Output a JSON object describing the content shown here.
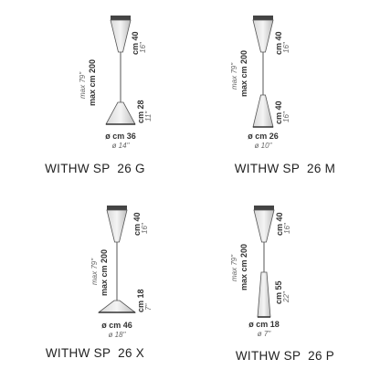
{
  "panels": [
    {
      "model": "WITHW SP  26 G",
      "top_height_cm": "cm 40",
      "top_height_in": "16\"",
      "length_cm": "max cm 200",
      "length_in": "max 79\"",
      "bottom_height_cm": "cm 28",
      "bottom_height_in": "11\"",
      "diameter_cm": "ø cm 36",
      "diameter_in": "ø 14\""
    },
    {
      "model": "WITHW SP  26 M",
      "top_height_cm": "cm 40",
      "top_height_in": "16\"",
      "length_cm": "max cm 200",
      "length_in": "max 79\"",
      "bottom_height_cm": "cm 40",
      "bottom_height_in": "16\"",
      "diameter_cm": "ø cm 26",
      "diameter_in": "ø 10\""
    },
    {
      "model": "WITHW SP  26 X",
      "top_height_cm": "cm 40",
      "top_height_in": "16\"",
      "length_cm": "max cm 200",
      "length_in": "max 79\"",
      "bottom_height_cm": "cm 18",
      "bottom_height_in": "7\"",
      "diameter_cm": "ø cm 46",
      "diameter_in": "ø 18\""
    },
    {
      "model": "WITHW SP  26 P",
      "top_height_cm": "cm 40",
      "top_height_in": "16\"",
      "length_cm": "max cm 200",
      "length_in": "max 79\"",
      "bottom_height_cm": "cm 55",
      "bottom_height_in": "22\"",
      "diameter_cm": "ø cm 18",
      "diameter_in": "ø 7\""
    }
  ]
}
